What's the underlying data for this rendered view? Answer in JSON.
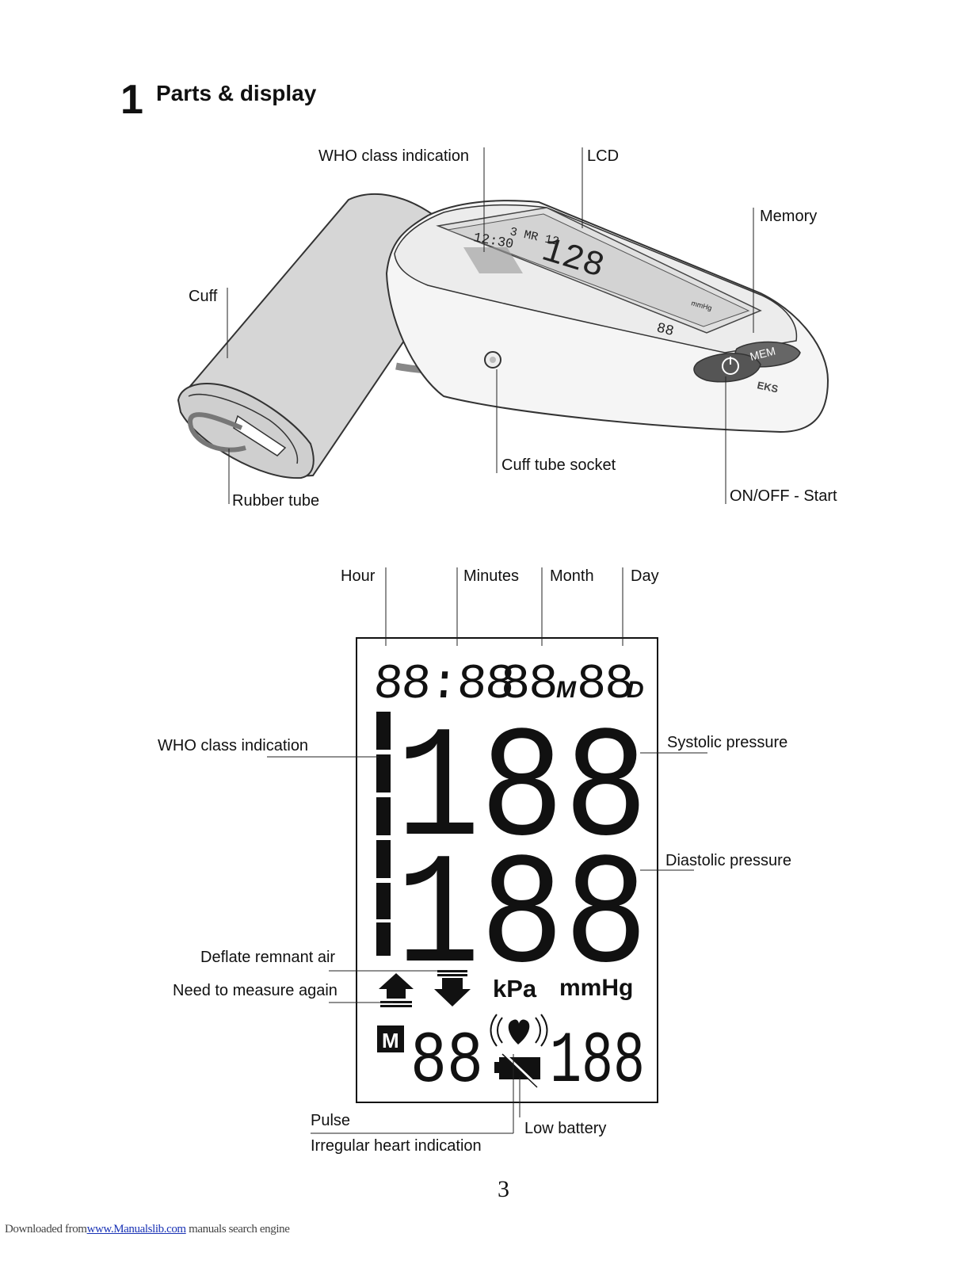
{
  "section": {
    "number": "1",
    "title": "Parts & display"
  },
  "device_labels": {
    "who": "WHO class indication",
    "lcd": "LCD",
    "memory": "Memory",
    "cuff": "Cuff",
    "cuff_tube_socket": "Cuff tube socket",
    "rubber_tube": "Rubber tube",
    "on_off": "ON/OFF - Start"
  },
  "device_buttons": {
    "mem": "MEM",
    "brand": "EKS"
  },
  "device_screen_digits": {
    "time": "12:30",
    "date": "3 MR 12",
    "sys": "128",
    "dia": "88",
    "unit": "mmHg"
  },
  "display_labels": {
    "hour": "Hour",
    "minutes": "Minutes",
    "month": "Month",
    "day": "Day",
    "who": "WHO class indication",
    "systolic": "Systolic pressure",
    "diastolic": "Diastolic pressure",
    "deflate": "Deflate remnant air",
    "measure_again": "Need to measure again",
    "pulse": "Pulse",
    "irregular": "Irregular heart indication",
    "low_battery": "Low battery"
  },
  "lcd": {
    "time": "88:88",
    "month_digits": "88",
    "month_letter": "M",
    "day_digits": "88",
    "day_letter": "D",
    "systolic": "188",
    "diastolic": "188",
    "unit_kpa": "kPa",
    "unit_mmhg": "mmHg",
    "memory_badge": "M",
    "memory_digits": "88",
    "pulse_digits": "188"
  },
  "page_number": "3",
  "footer": {
    "prefix": "Downloaded from",
    "link": "www.Manualslib.com",
    "suffix": " manuals search engine"
  }
}
